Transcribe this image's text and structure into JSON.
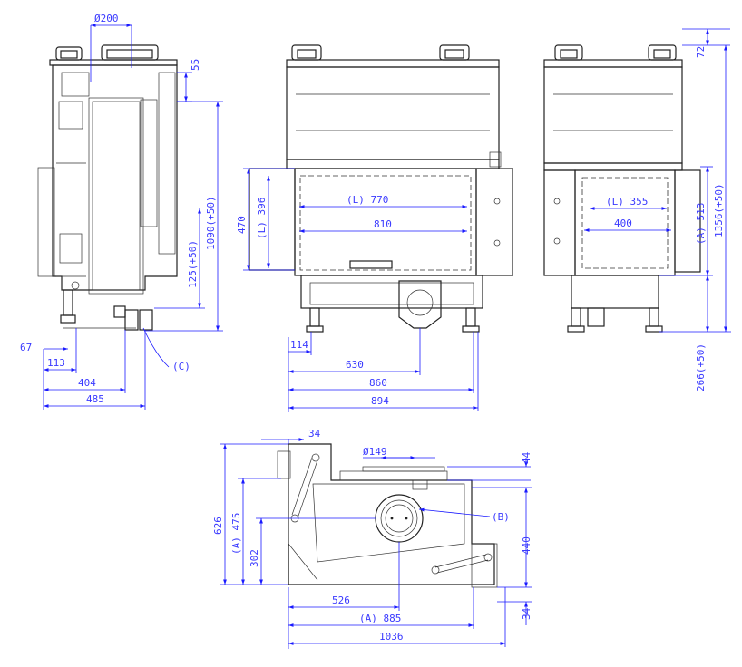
{
  "palette": {
    "outline": "#222222",
    "dimension": "#1a1aff",
    "text": "#3a3aff"
  },
  "side_view": {
    "flue_diameter": "Ø200",
    "top_offset": "55",
    "height_total": "1090(+50)",
    "height_bottom": "125(+50)",
    "depth_67": "67",
    "depth_113": "113",
    "depth_404": "404",
    "depth_485": "485",
    "label_c": "(C)"
  },
  "front_view": {
    "glass_width_visible": "(L) 770",
    "glass_width": "810",
    "glass_height": "470",
    "glass_height_visible": "(L) 396",
    "width_114": "114",
    "width_630": "630",
    "width_860": "860",
    "width_894": "894"
  },
  "right_view": {
    "top_72": "72",
    "height_1356": "1356(+50)",
    "height_513": "(A) 513",
    "glass_355": "(L) 355",
    "glass_400": "400",
    "bottom_266": "266(+50)"
  },
  "top_view": {
    "top_34": "34",
    "flue_149": "Ø149",
    "right_44": "44",
    "depth_626": "626",
    "depth_475": "(A) 475",
    "depth_302": "302",
    "label_b": "(B)",
    "right_440": "440",
    "width_526": "526",
    "width_885": "(A) 885",
    "width_1036": "1036",
    "bottom_34": "34"
  }
}
